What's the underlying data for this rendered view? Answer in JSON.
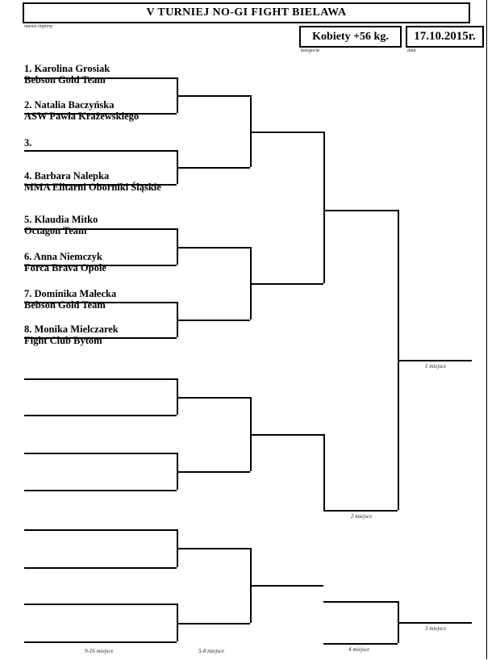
{
  "header": {
    "title": "V TURNIEJ NO-GI FIGHT BIELAWA",
    "title_caption": "nazwa imprezy",
    "category": "Kobiety +56 kg.",
    "category_caption": "kategoria",
    "date": "17.10.2015r.",
    "date_caption": "data"
  },
  "entrants": [
    {
      "seed": "1.",
      "name": "1. Karolina Grosiak",
      "club": "Bebson Gold Team"
    },
    {
      "seed": "2.",
      "name": "2. Natalia Baczyńska",
      "club": "ASW Pawła Krażewskiego"
    },
    {
      "seed": "3.",
      "name": "3.",
      "club": ""
    },
    {
      "seed": "4.",
      "name": "4. Barbara Nalepka",
      "club": "MMA Elitarni Oborniki Śląskie"
    },
    {
      "seed": "5.",
      "name": "5. Klaudia Mitko",
      "club": "Octagon Team"
    },
    {
      "seed": "6.",
      "name": "6. Anna Niemczyk",
      "club": "Forca Brava Opole"
    },
    {
      "seed": "7.",
      "name": "7. Dominika Małecka",
      "club": "Bebson Gold Team"
    },
    {
      "seed": "8.",
      "name": "8. Monika Mielczarek",
      "club": "Fight Club Bytom"
    }
  ],
  "places": {
    "first": "1 miejsce",
    "second": "2 miejsce",
    "third": "3 miejsce",
    "fourth": "4 miejsce",
    "fifth_eighth": "5-8 miejsce",
    "ninth_sixteenth": "9-16 miejsce"
  },
  "colors": {
    "line": "#000000",
    "background": "#ffffff",
    "text": "#000000",
    "caption": "#222222"
  },
  "bracket_data": {
    "type": "single-elimination-with-repechage",
    "main_draw_size": 8,
    "filled_slots": 7,
    "empty_slots": 1,
    "repechage_rows": 8,
    "rounds": [
      "quarterfinal",
      "semifinal",
      "final"
    ]
  }
}
